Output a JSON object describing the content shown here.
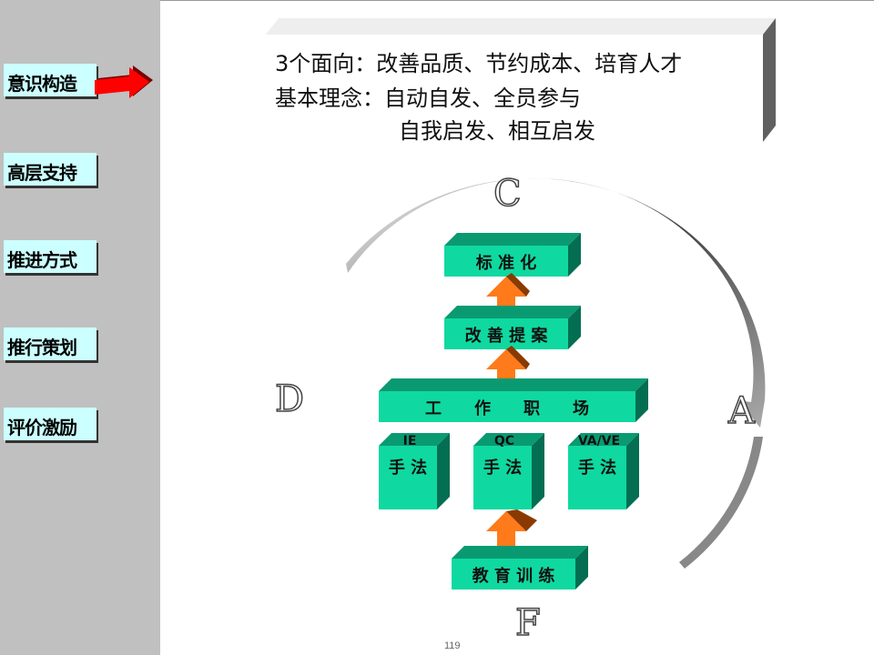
{
  "sidebar": {
    "items": [
      {
        "label": "意识构造",
        "active": true
      },
      {
        "label": "高层支持"
      },
      {
        "label": "推进方式"
      },
      {
        "label": "推行策划"
      },
      {
        "label": "评价激励"
      }
    ]
  },
  "banner": {
    "line1": "3个面向：改善品质、节约成本、培育人才",
    "line2": "基本理念：自动自发、全员参与",
    "line3": "自我启发、相互启发"
  },
  "diagram": {
    "cycle_letters": {
      "top": "C",
      "right": "A",
      "left": "D",
      "bottom": "F"
    },
    "levels": {
      "top": "标 准 化",
      "second": "改 善 提 案",
      "workplace": "工　　作　　职　　场",
      "foundation": "教 育 训 练"
    },
    "methods": [
      {
        "code": "IE",
        "label": "手 法"
      },
      {
        "code": "QC",
        "label": "手 法"
      },
      {
        "code": "VA/VE",
        "label": "手 法"
      }
    ]
  },
  "colors": {
    "box_face": "#0fd9a0",
    "box_top": "#0a9a72",
    "box_side": "#046e52",
    "arrow": "#ff7a1a",
    "sidebar_bg": "#c0c0c0",
    "nav_button": "#ccffff",
    "nav_arrow": "#ff0000"
  },
  "footer": {
    "page_number": "119"
  }
}
